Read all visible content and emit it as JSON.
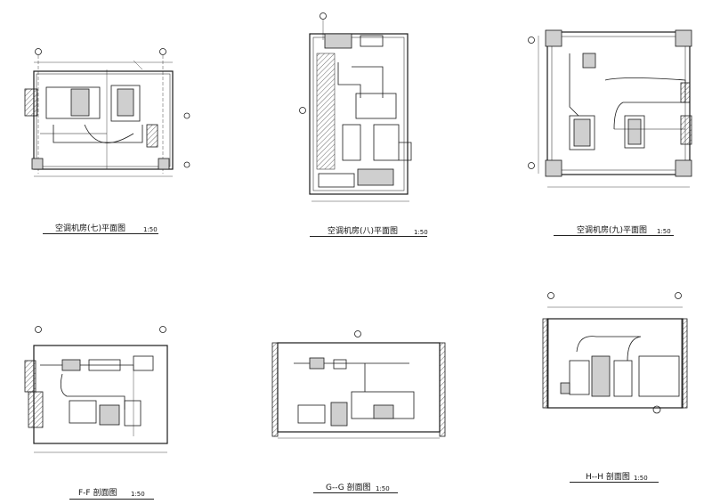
{
  "sheet": {
    "views": [
      {
        "id": "plan-7",
        "title": "空调机房(七)平面图",
        "scale": "1:50"
      },
      {
        "id": "plan-8",
        "title": "空调机房(八)平面图",
        "scale": "1:50"
      },
      {
        "id": "plan-9",
        "title": "空调机房(九)平面图",
        "scale": "1:50"
      },
      {
        "id": "section-ff",
        "title": "F-F 剖面图",
        "scale": "1:50"
      },
      {
        "id": "section-gg",
        "title": "G--G 剖面图",
        "scale": "1:50"
      },
      {
        "id": "section-hh",
        "title": "H--H 剖面图",
        "scale": "1:50"
      }
    ]
  },
  "colors": {
    "line": "#1a1a1a",
    "hatch": "#555555",
    "fill": "#cfcfcf"
  }
}
